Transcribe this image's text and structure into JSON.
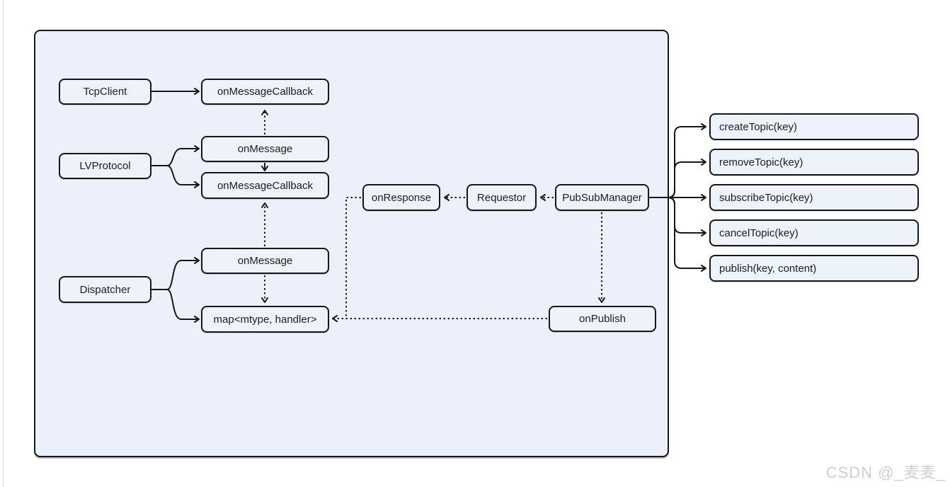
{
  "nodes": {
    "tcpClient": "TcpClient",
    "onMessageCallbackTop": "onMessageCallback",
    "lvProtocol": "LVProtocol",
    "onMessageLv": "onMessage",
    "onMessageCallbackLv": "onMessageCallback",
    "dispatcher": "Dispatcher",
    "onMessageDispatcher": "onMessage",
    "mapHandler": "map<mtype, handler>",
    "onResponse": "onResponse",
    "requestor": "Requestor",
    "pubSubManager": "PubSubManager",
    "onPublish": "onPublish",
    "createTopic": "createTopic(key)",
    "removeTopic": "removeTopic(key)",
    "subscribeTopic": "subscribeTopic(key)",
    "cancelTopic": "cancelTopic(key)",
    "publish": "publish(key, content)"
  },
  "edges": {
    "solid": [
      "tcpClient -> onMessageCallbackTop",
      "onMessageLv -> onMessageCallbackLv",
      "lvProtocol -> onMessageLv",
      "lvProtocol -> onMessageCallbackLv",
      "dispatcher -> onMessageDispatcher",
      "dispatcher -> mapHandler",
      "pubSubManager -> createTopic",
      "pubSubManager -> removeTopic",
      "pubSubManager -> subscribeTopic",
      "pubSubManager -> cancelTopic",
      "pubSubManager -> publish"
    ],
    "dotted": [
      "onMessageLv -> onMessageCallbackTop",
      "onMessageDispatcher -> onMessageCallbackLv",
      "onMessageDispatcher -> mapHandler",
      "requestor -> onResponse",
      "pubSubManager -> requestor",
      "pubSubManager -> onPublish",
      "onPublish -> mapHandler",
      "onResponse -> mapHandler"
    ]
  },
  "colors": {
    "canvas_fill": "#ecf0fa",
    "node_fill": "#eef2fb",
    "stroke": "#17171b",
    "watermark": "#cecece"
  },
  "watermark": "CSDN @_麦麦_"
}
